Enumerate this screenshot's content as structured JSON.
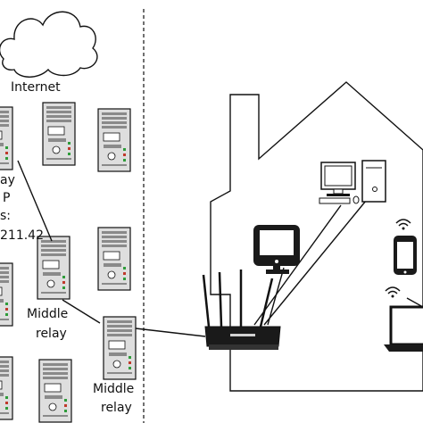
{
  "labels": {
    "internet": "Internet",
    "relay_partial_1": "ay",
    "relay_partial_2": "P",
    "relay_partial_3": "s:",
    "relay_partial_4": "211.42",
    "middle_relay_1_a": "Middle",
    "middle_relay_1_b": "relay",
    "middle_relay_2_a": "Middle",
    "middle_relay_2_b": "relay"
  },
  "icons": {
    "cloud": "cloud-icon",
    "server": "server-tower-icon",
    "house": "house-outline-icon",
    "router": "wifi-router-icon",
    "tv": "tv-monitor-icon",
    "desktop": "desktop-computer-icon",
    "phone": "smartphone-icon",
    "laptop": "laptop-icon",
    "wifi": "wifi-signal-icon"
  },
  "colors": {
    "line": "#111111",
    "server_fill": "#dedede",
    "server_dark": "#8a8a8a",
    "device_dark": "#1a1a1a",
    "led_green": "#2e9c3a",
    "led_red": "#c0392b"
  }
}
